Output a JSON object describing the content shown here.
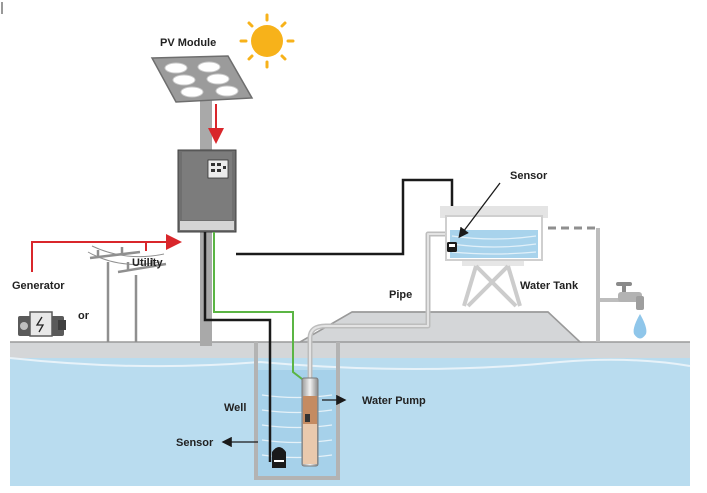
{
  "labels": {
    "pv_module": "PV Module",
    "utility": "Utility",
    "generator": "Generator",
    "or": "or",
    "sensor_tank": "Sensor",
    "pipe": "Pipe",
    "water_tank": "Water Tank",
    "well": "Well",
    "water_pump": "Water Pump",
    "sensor_well": "Sensor"
  },
  "colors": {
    "power_line": "#d9262b",
    "signal_line": "#1a1a1a",
    "pump_cable": "#5bb544",
    "pipe": "#bdbdbd",
    "ground": "#d4d6d8",
    "water": "#b9dcef",
    "sun": "#f7b21a"
  },
  "icons": [
    "sun-icon",
    "solar-panel-icon",
    "controller-icon",
    "utility-pole-icon",
    "generator-icon",
    "water-tank-icon",
    "faucet-icon",
    "water-drop-icon",
    "water-pump-icon",
    "well-sensor-icon",
    "tank-sensor-icon"
  ]
}
